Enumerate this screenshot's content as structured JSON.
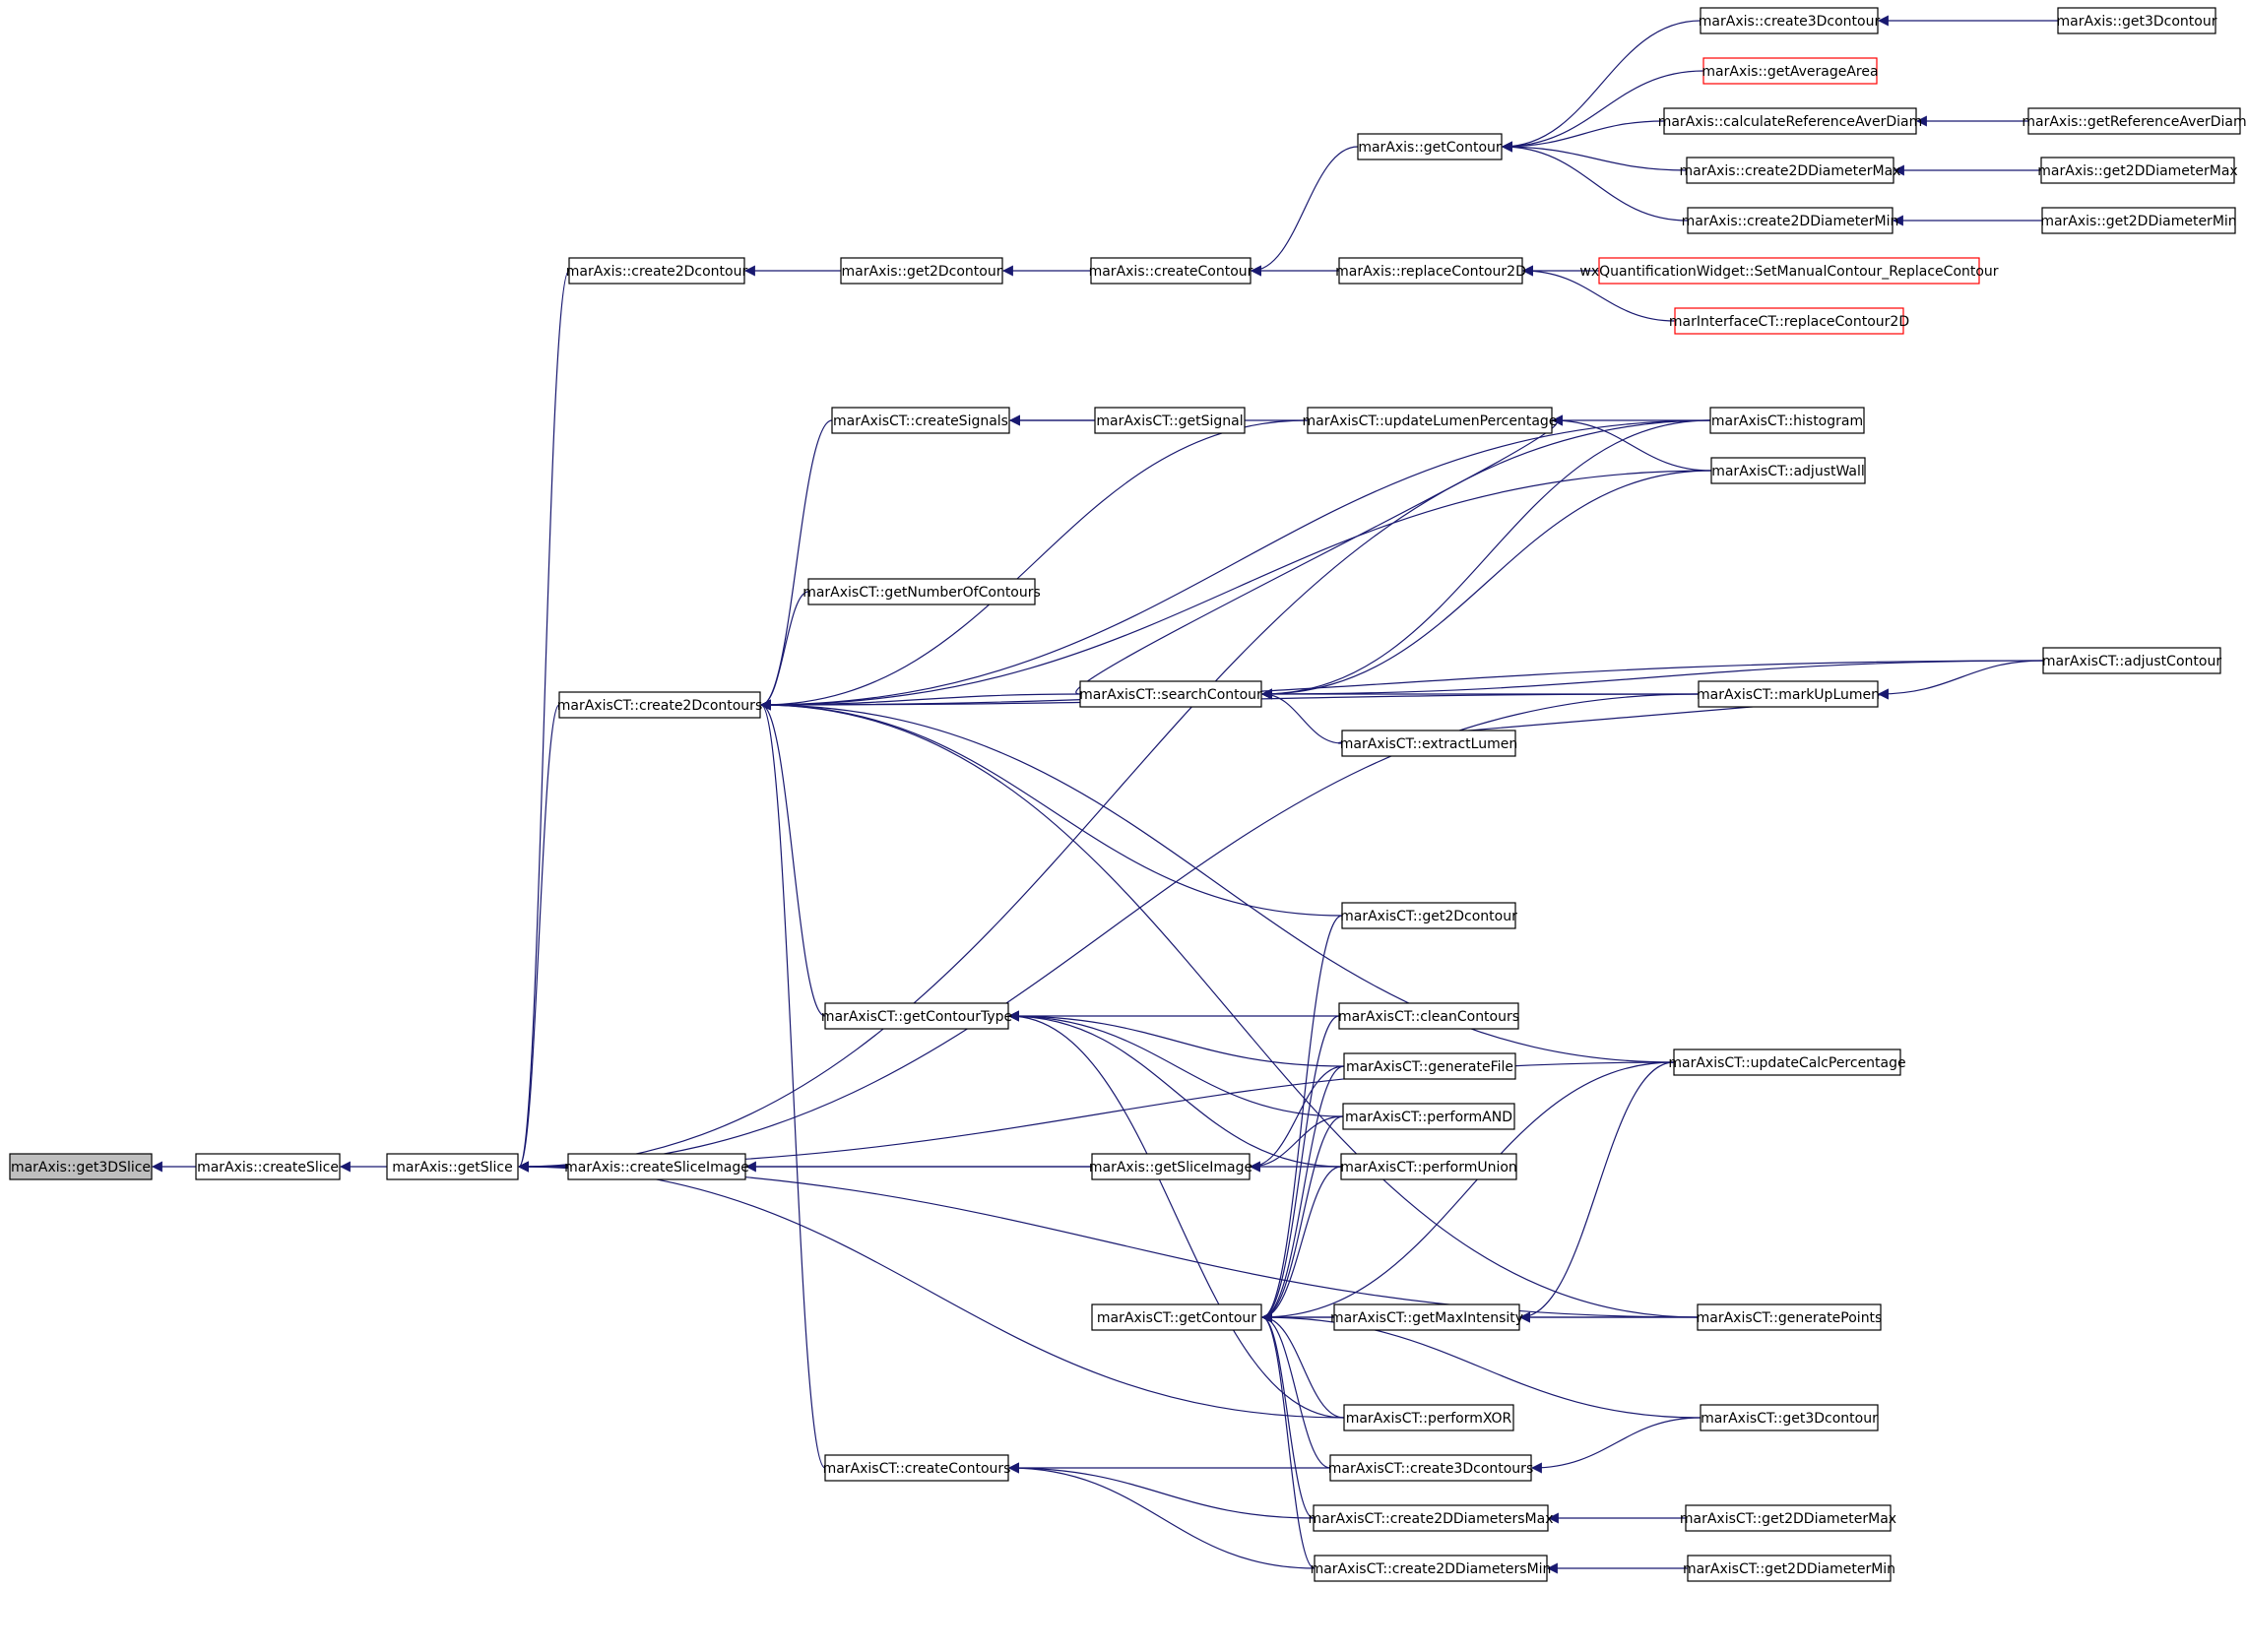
{
  "colors": {
    "edge": "#191970",
    "border": "#000000",
    "truncated_border": "#ff0000",
    "root_fill": "#bfbfbf",
    "background": "#ffffff"
  },
  "nodes": [
    {
      "id": "n0",
      "label": "marAxis::get3DSlice",
      "kind": "root"
    },
    {
      "id": "n1",
      "label": "marAxis::createSlice",
      "kind": "normal"
    },
    {
      "id": "n2",
      "label": "marAxis::getSlice",
      "kind": "normal"
    },
    {
      "id": "n3",
      "label": "marAxis::create2Dcontour",
      "kind": "normal"
    },
    {
      "id": "n4",
      "label": "marAxis::get2Dcontour",
      "kind": "normal"
    },
    {
      "id": "n5",
      "label": "marAxis::createContour",
      "kind": "normal"
    },
    {
      "id": "n6",
      "label": "marAxis::getContour",
      "kind": "normal"
    },
    {
      "id": "n7",
      "label": "marAxis::create3Dcontour",
      "kind": "normal"
    },
    {
      "id": "n8",
      "label": "marAxis::get3Dcontour",
      "kind": "normal"
    },
    {
      "id": "n9",
      "label": "marAxis::getAverageArea",
      "kind": "truncated"
    },
    {
      "id": "n10",
      "label": "marAxis::calculateReferenceAverDiam",
      "kind": "normal"
    },
    {
      "id": "n11",
      "label": "marAxis::getReferenceAverDiam",
      "kind": "normal"
    },
    {
      "id": "n12",
      "label": "marAxis::create2DDiameterMax",
      "kind": "normal"
    },
    {
      "id": "n13",
      "label": "marAxis::get2DDiameterMax",
      "kind": "normal"
    },
    {
      "id": "n14",
      "label": "marAxis::create2DDiameterMin",
      "kind": "normal"
    },
    {
      "id": "n15",
      "label": "marAxis::get2DDiameterMin",
      "kind": "normal"
    },
    {
      "id": "n16",
      "label": "marAxis::replaceContour2D",
      "kind": "normal"
    },
    {
      "id": "n17",
      "label": "wxQuantificationWidget::SetManualContour_ReplaceContour",
      "kind": "truncated"
    },
    {
      "id": "n18",
      "label": "marInterfaceCT::replaceContour2D",
      "kind": "truncated"
    },
    {
      "id": "n19",
      "label": "marAxisCT::createSignals",
      "kind": "normal"
    },
    {
      "id": "n20",
      "label": "marAxisCT::getSignal",
      "kind": "normal"
    },
    {
      "id": "n21",
      "label": "marAxisCT::updateLumenPercentage",
      "kind": "normal"
    },
    {
      "id": "n22",
      "label": "marAxisCT::histogram",
      "kind": "normal"
    },
    {
      "id": "n23",
      "label": "marAxisCT::adjustWall",
      "kind": "normal"
    },
    {
      "id": "n24",
      "label": "marAxisCT::getNumberOfContours",
      "kind": "normal"
    },
    {
      "id": "n25",
      "label": "marAxisCT::create2Dcontours",
      "kind": "normal"
    },
    {
      "id": "n26",
      "label": "marAxisCT::searchContour",
      "kind": "normal"
    },
    {
      "id": "n27",
      "label": "marAxisCT::adjustContour",
      "kind": "normal"
    },
    {
      "id": "n28",
      "label": "marAxisCT::markUpLumen",
      "kind": "normal"
    },
    {
      "id": "n29",
      "label": "marAxisCT::extractLumen",
      "kind": "normal"
    },
    {
      "id": "n30",
      "label": "marAxisCT::get2Dcontour",
      "kind": "normal"
    },
    {
      "id": "n31",
      "label": "marAxisCT::getContourType",
      "kind": "normal"
    },
    {
      "id": "n32",
      "label": "marAxisCT::cleanContours",
      "kind": "normal"
    },
    {
      "id": "n33",
      "label": "marAxisCT::updateCalcPercentage",
      "kind": "normal"
    },
    {
      "id": "n34",
      "label": "marAxisCT::generateFile",
      "kind": "normal"
    },
    {
      "id": "n35",
      "label": "marAxisCT::performAND",
      "kind": "normal"
    },
    {
      "id": "n36",
      "label": "marAxis::createSliceImage",
      "kind": "normal"
    },
    {
      "id": "n37",
      "label": "marAxis::getSliceImage",
      "kind": "normal"
    },
    {
      "id": "n38",
      "label": "marAxisCT::performUnion",
      "kind": "normal"
    },
    {
      "id": "n39",
      "label": "marAxisCT::getContour",
      "kind": "normal"
    },
    {
      "id": "n40",
      "label": "marAxisCT::getMaxIntensity",
      "kind": "normal"
    },
    {
      "id": "n41",
      "label": "marAxisCT::generatePoints",
      "kind": "normal"
    },
    {
      "id": "n42",
      "label": "marAxisCT::performXOR",
      "kind": "normal"
    },
    {
      "id": "n43",
      "label": "marAxisCT::get3Dcontour",
      "kind": "normal"
    },
    {
      "id": "n44",
      "label": "marAxisCT::createContours",
      "kind": "normal"
    },
    {
      "id": "n45",
      "label": "marAxisCT::create3Dcontours",
      "kind": "normal"
    },
    {
      "id": "n46",
      "label": "marAxisCT::create2DDiametersMax",
      "kind": "normal"
    },
    {
      "id": "n47",
      "label": "marAxisCT::get2DDiameterMax",
      "kind": "normal"
    },
    {
      "id": "n48",
      "label": "marAxisCT::create2DDiametersMin",
      "kind": "normal"
    },
    {
      "id": "n49",
      "label": "marAxisCT::get2DDiameterMin",
      "kind": "normal"
    }
  ],
  "edges": [
    [
      "n1",
      "n0"
    ],
    [
      "n2",
      "n1"
    ],
    [
      "n3",
      "n2"
    ],
    [
      "n4",
      "n3"
    ],
    [
      "n5",
      "n4"
    ],
    [
      "n6",
      "n5"
    ],
    [
      "n7",
      "n6"
    ],
    [
      "n8",
      "n7"
    ],
    [
      "n9",
      "n6"
    ],
    [
      "n10",
      "n6"
    ],
    [
      "n11",
      "n10"
    ],
    [
      "n12",
      "n6"
    ],
    [
      "n13",
      "n12"
    ],
    [
      "n14",
      "n6"
    ],
    [
      "n15",
      "n14"
    ],
    [
      "n16",
      "n5"
    ],
    [
      "n17",
      "n16"
    ],
    [
      "n18",
      "n16"
    ],
    [
      "n25",
      "n2"
    ],
    [
      "n36",
      "n2"
    ],
    [
      "n37",
      "n36"
    ],
    [
      "n20",
      "n19"
    ],
    [
      "n21",
      "n19"
    ],
    [
      "n19",
      "n25"
    ],
    [
      "n24",
      "n25"
    ],
    [
      "n31",
      "n25"
    ],
    [
      "n44",
      "n25"
    ],
    [
      "n21",
      "n25"
    ],
    [
      "n22",
      "n25"
    ],
    [
      "n23",
      "n25"
    ],
    [
      "n26",
      "n25"
    ],
    [
      "n27",
      "n25"
    ],
    [
      "n28",
      "n25"
    ],
    [
      "n30",
      "n25"
    ],
    [
      "n33",
      "n25"
    ],
    [
      "n41",
      "n25"
    ],
    [
      "n22",
      "n21"
    ],
    [
      "n23",
      "n21"
    ],
    [
      "n26",
      "n21"
    ],
    [
      "n27",
      "n26"
    ],
    [
      "n28",
      "n26"
    ],
    [
      "n29",
      "n26"
    ],
    [
      "n22",
      "n26"
    ],
    [
      "n23",
      "n26"
    ],
    [
      "n29",
      "n28"
    ],
    [
      "n27",
      "n28"
    ],
    [
      "n32",
      "n31"
    ],
    [
      "n34",
      "n31"
    ],
    [
      "n35",
      "n31"
    ],
    [
      "n38",
      "n31"
    ],
    [
      "n42",
      "n31"
    ],
    [
      "n34",
      "n37"
    ],
    [
      "n35",
      "n37"
    ],
    [
      "n45",
      "n44"
    ],
    [
      "n46",
      "n44"
    ],
    [
      "n48",
      "n44"
    ],
    [
      "n47",
      "n46"
    ],
    [
      "n49",
      "n48"
    ],
    [
      "n43",
      "n45"
    ],
    [
      "n30",
      "n39"
    ],
    [
      "n32",
      "n39"
    ],
    [
      "n34",
      "n39"
    ],
    [
      "n35",
      "n39"
    ],
    [
      "n38",
      "n39"
    ],
    [
      "n42",
      "n39"
    ],
    [
      "n33",
      "n39"
    ],
    [
      "n41",
      "n39"
    ],
    [
      "n40",
      "n39"
    ],
    [
      "n43",
      "n39"
    ],
    [
      "n45",
      "n39"
    ],
    [
      "n46",
      "n39"
    ],
    [
      "n48",
      "n39"
    ],
    [
      "n41",
      "n40"
    ],
    [
      "n33",
      "n40"
    ],
    [
      "n22",
      "n2"
    ],
    [
      "n28",
      "n2"
    ],
    [
      "n33",
      "n2"
    ],
    [
      "n38",
      "n2"
    ],
    [
      "n41",
      "n2"
    ],
    [
      "n42",
      "n2"
    ]
  ]
}
